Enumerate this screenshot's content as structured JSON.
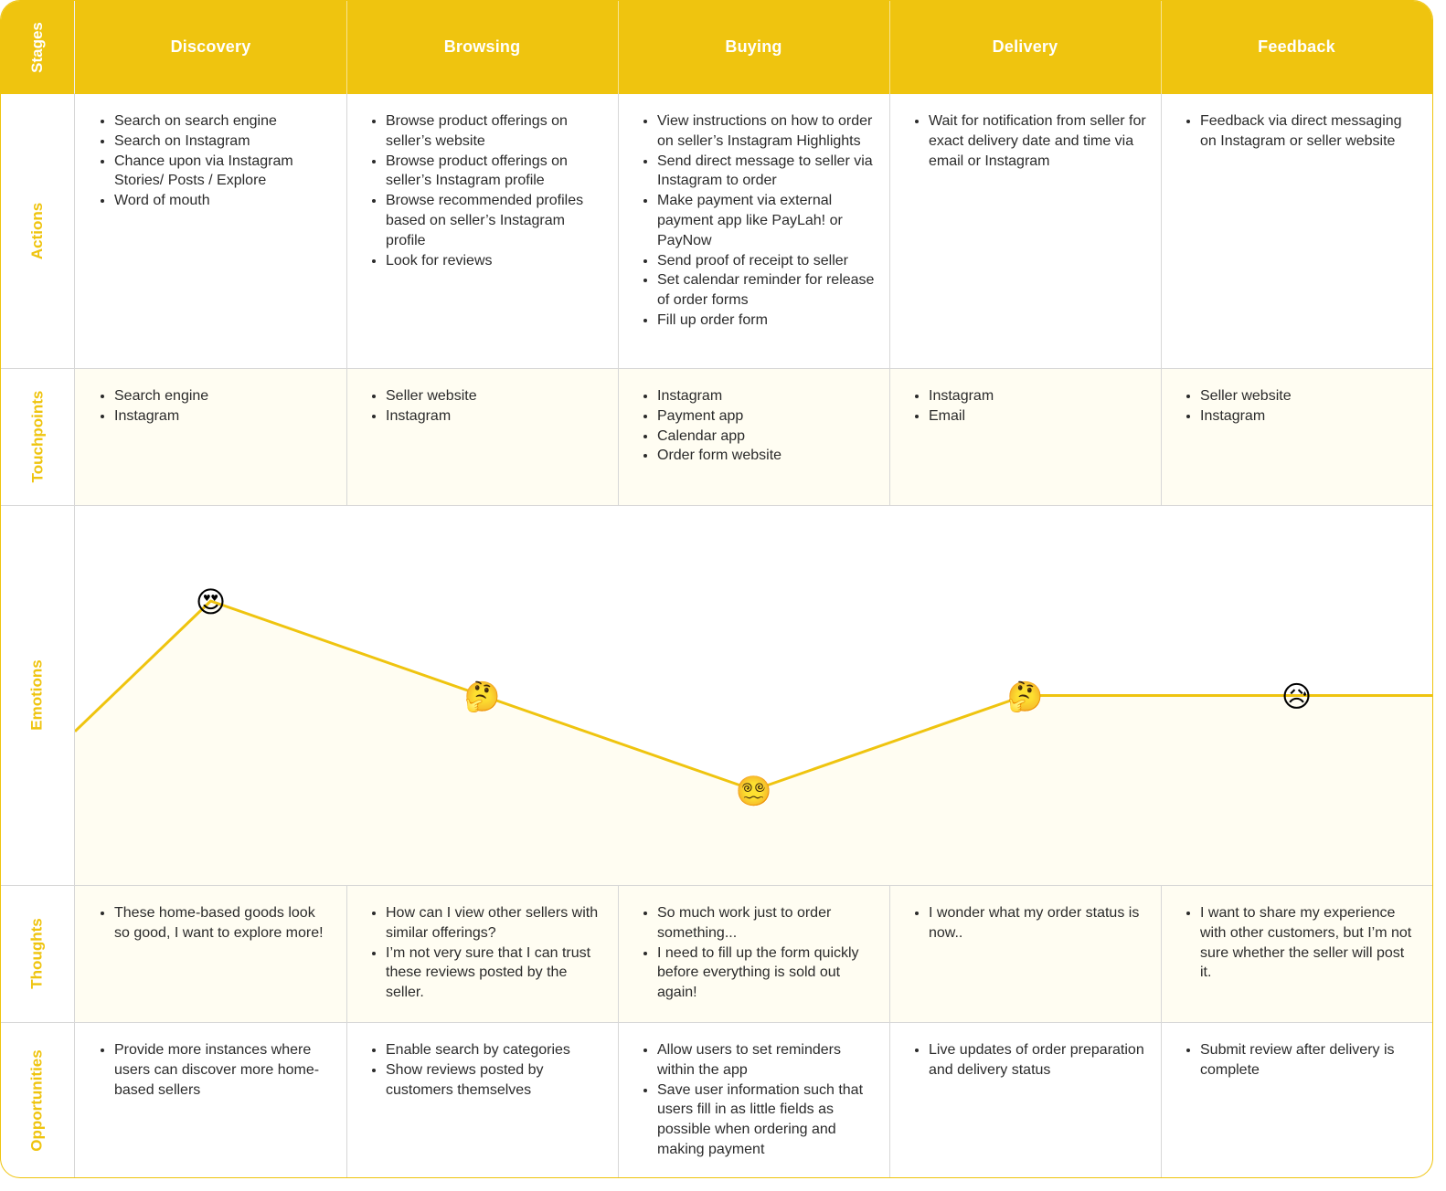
{
  "header": {
    "row_label": "Stages",
    "accent_color": "#EFC40F"
  },
  "row_labels": {
    "actions": "Actions",
    "touchpoints": "Touchpoints",
    "emotions": "Emotions",
    "thoughts": "Thoughts",
    "opportunities": "Opportunities"
  },
  "stages": [
    {
      "title": "Discovery",
      "actions": [
        "Search on search engine",
        "Search on Instagram",
        "Chance upon via Instagram Stories/ Posts / Explore",
        "Word of mouth"
      ],
      "touchpoints": [
        "Search engine",
        "Instagram"
      ],
      "emotion": {
        "icon": "heart-eyes-face-icon",
        "glyph": "😍",
        "level": 1.0
      },
      "thoughts": [
        "These home-based goods look so good, I want to explore more!"
      ],
      "opportunities": [
        "Provide more instances where users can discover more home-based sellers"
      ]
    },
    {
      "title": "Browsing",
      "actions": [
        "Browse product offerings on seller’s website",
        "Browse product offerings on seller’s  Instagram profile",
        "Browse recommended profiles based on seller’s Instagram profile",
        "Look for reviews"
      ],
      "touchpoints": [
        "Seller website",
        "Instagram"
      ],
      "emotion": {
        "icon": "thinking-face-icon",
        "glyph": "🤔",
        "level": 0.5
      },
      "thoughts": [
        "How can I view other sellers with similar offerings?",
        "I’m not very sure that I can trust these reviews posted by the seller."
      ],
      "opportunities": [
        "Enable search by categories",
        "Show reviews posted by customers themselves"
      ]
    },
    {
      "title": "Buying",
      "actions": [
        "View instructions on how to order on seller’s Instagram Highlights",
        "Send direct message to seller via Instagram to order",
        "Make payment via external payment app like PayLah! or PayNow",
        "Send proof of receipt to seller",
        "Set calendar reminder for release of order forms",
        "Fill up order form"
      ],
      "touchpoints": [
        "Instagram",
        "Payment app",
        "Calendar app",
        "Order form website"
      ],
      "emotion": {
        "icon": "dizzy-face-icon",
        "glyph": "😵‍💫",
        "level": 0.0
      },
      "thoughts": [
        "So much work just to order something...",
        "I need to fill up the form quickly before everything is sold out again!"
      ],
      "opportunities": [
        "Allow users to set reminders within the app",
        "Save user information such that users fill in as little fields as possible when ordering and making payment"
      ]
    },
    {
      "title": "Delivery",
      "actions": [
        "Wait for notification from seller for exact delivery date and time via email or Instagram"
      ],
      "touchpoints": [
        "Instagram",
        "Email"
      ],
      "emotion": {
        "icon": "thinking-face-icon",
        "glyph": "🤔",
        "level": 0.5
      },
      "thoughts": [
        "I wonder what my order status is now.."
      ],
      "opportunities": [
        "Live updates of order preparation and delivery status"
      ]
    },
    {
      "title": "Feedback",
      "actions": [
        "Feedback via direct messaging on Instagram or seller website"
      ],
      "touchpoints": [
        "Seller website",
        "Instagram"
      ],
      "emotion": {
        "icon": "sad-relieved-face-icon",
        "glyph": "😥",
        "level": 0.5
      },
      "thoughts": [
        "I want to share my experience with other customers, but I’m not sure whether the seller will post it."
      ],
      "opportunities": [
        "Submit review after delivery is complete"
      ]
    }
  ],
  "emotion_line": {
    "start_level": 0.31,
    "end_level": 0.5,
    "line_color": "#EFC40F",
    "fill_color": "#FFFDF2"
  }
}
